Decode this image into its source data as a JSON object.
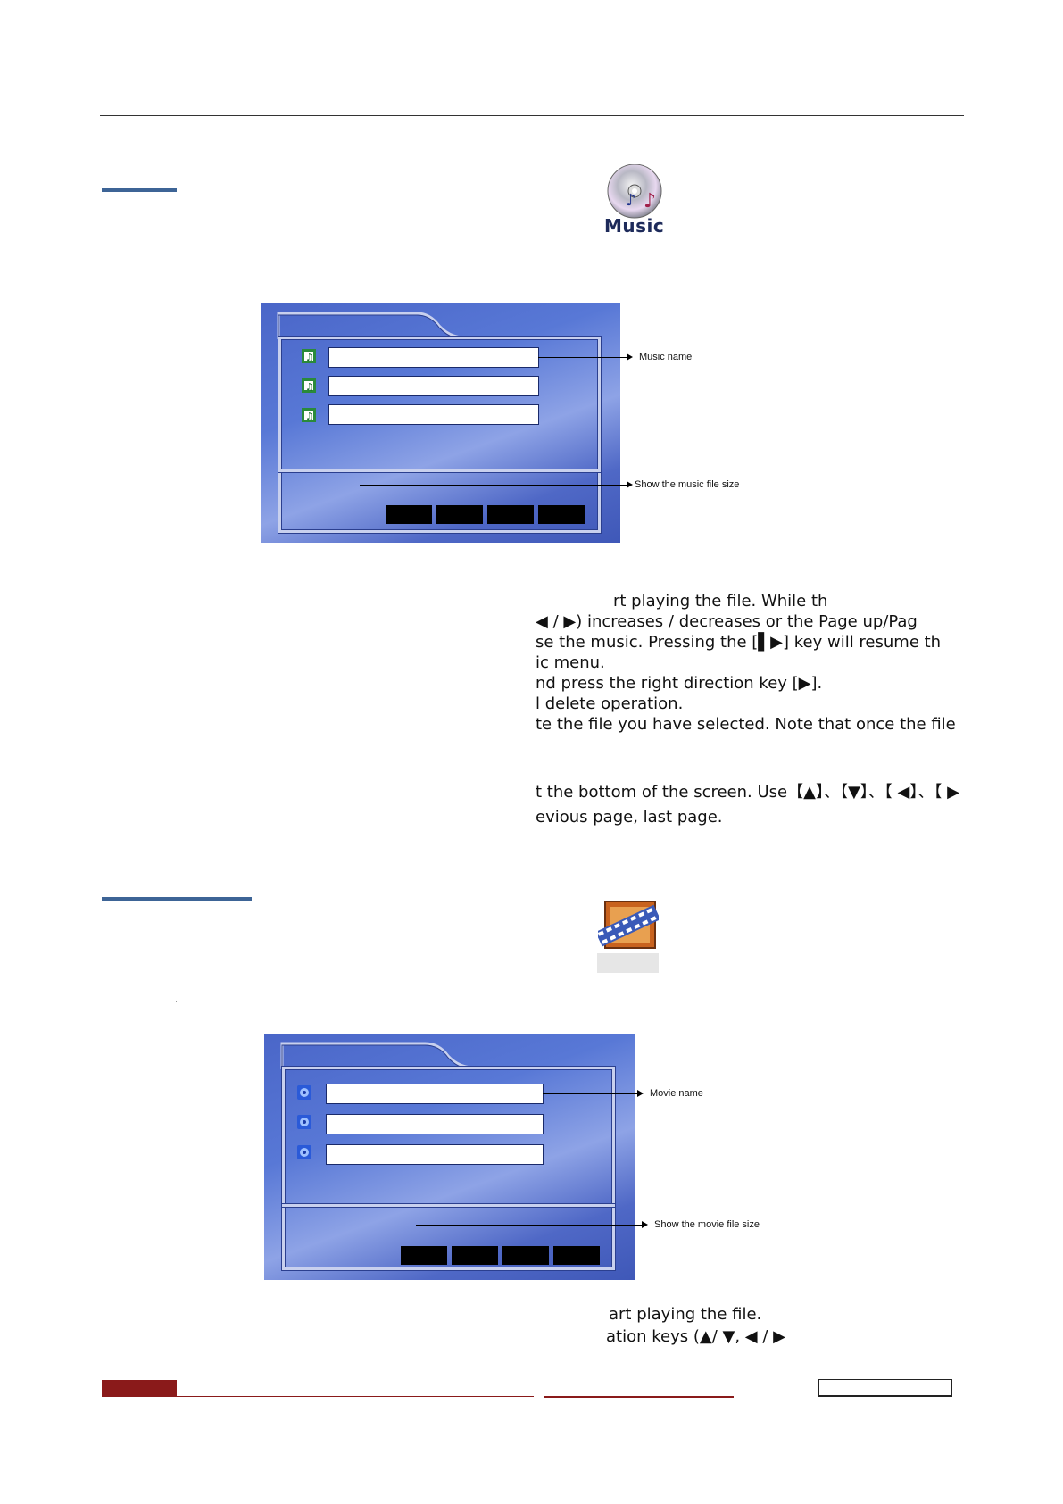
{
  "music_section": {
    "icon_name": "music-cd-icon",
    "icon_label": "Music",
    "annotations": {
      "name": "Music name",
      "size": "Show the music file size"
    },
    "instructions": [
      "rt playing the file. While th",
      "◀  /  ▶) increases / decreases or the Page up/Pag",
      " se the music. Pressing the [▌▶] key will resume th",
      "ic menu.",
      "nd press the right direction key [▶].",
      " l delete operation.",
      "te the file you have selected. Note that once the file",
      "t the bottom of the screen. Use【▲】、【▼】、【 ◀】、【 ▶",
      "evious page, last page."
    ]
  },
  "movie_section": {
    "icon_name": "movie-film-icon",
    "annotations": {
      "name": "Movie name",
      "size": "Show the movie file size"
    },
    "instructions": [
      "art playing the file.",
      "ation keys (▲/ ▼, ◀  /  ▶"
    ]
  },
  "colors": {
    "section_bar": "#3d6496",
    "panel_blue": "#4a66c8",
    "footer_red": "#8a1a1a"
  }
}
